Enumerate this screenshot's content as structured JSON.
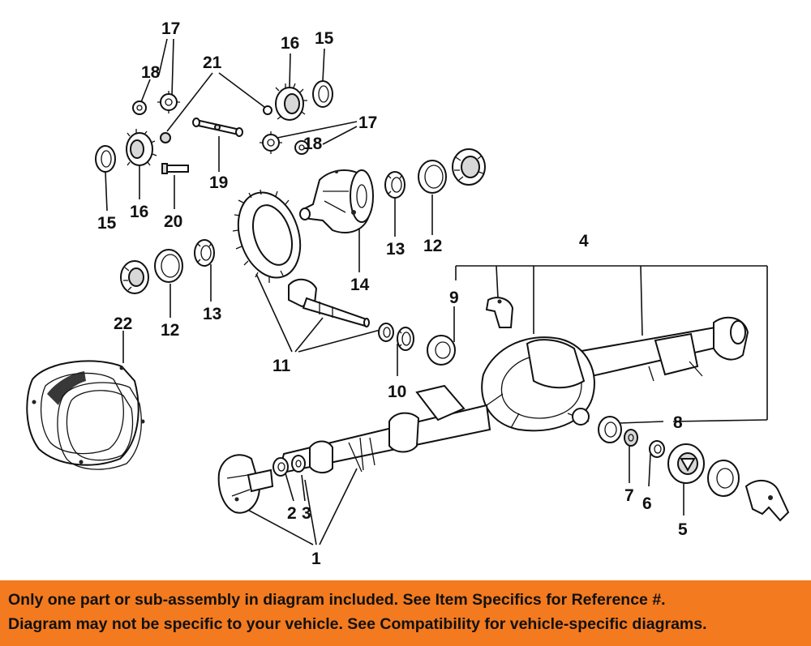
{
  "diagram": {
    "callouts": [
      {
        "id": "c17a",
        "text": "17"
      },
      {
        "id": "c18a",
        "text": "18"
      },
      {
        "id": "c21",
        "text": "21"
      },
      {
        "id": "c16a",
        "text": "16"
      },
      {
        "id": "c15a",
        "text": "15"
      },
      {
        "id": "c17b",
        "text": "17"
      },
      {
        "id": "c18b",
        "text": "18"
      },
      {
        "id": "c19",
        "text": "19"
      },
      {
        "id": "c15b",
        "text": "15"
      },
      {
        "id": "c16b",
        "text": "16"
      },
      {
        "id": "c20",
        "text": "20"
      },
      {
        "id": "c13a",
        "text": "13"
      },
      {
        "id": "c12a",
        "text": "12"
      },
      {
        "id": "c14",
        "text": "14"
      },
      {
        "id": "c4",
        "text": "4"
      },
      {
        "id": "c9",
        "text": "9"
      },
      {
        "id": "c12b",
        "text": "12"
      },
      {
        "id": "c13b",
        "text": "13"
      },
      {
        "id": "c22",
        "text": "22"
      },
      {
        "id": "c11",
        "text": "11"
      },
      {
        "id": "c10",
        "text": "10"
      },
      {
        "id": "c8",
        "text": "8"
      },
      {
        "id": "c7",
        "text": "7"
      },
      {
        "id": "c6",
        "text": "6"
      },
      {
        "id": "c5",
        "text": "5"
      },
      {
        "id": "c2",
        "text": "2"
      },
      {
        "id": "c3",
        "text": "3"
      },
      {
        "id": "c1",
        "text": "1"
      }
    ]
  },
  "banner": {
    "line1": "Only one part or sub-assembly in diagram included. See Item Specifics for Reference #.",
    "line2": "Diagram may not be specific to your vehicle. See Compatibility for vehicle-specific diagrams.",
    "background": "#f37a1f"
  }
}
